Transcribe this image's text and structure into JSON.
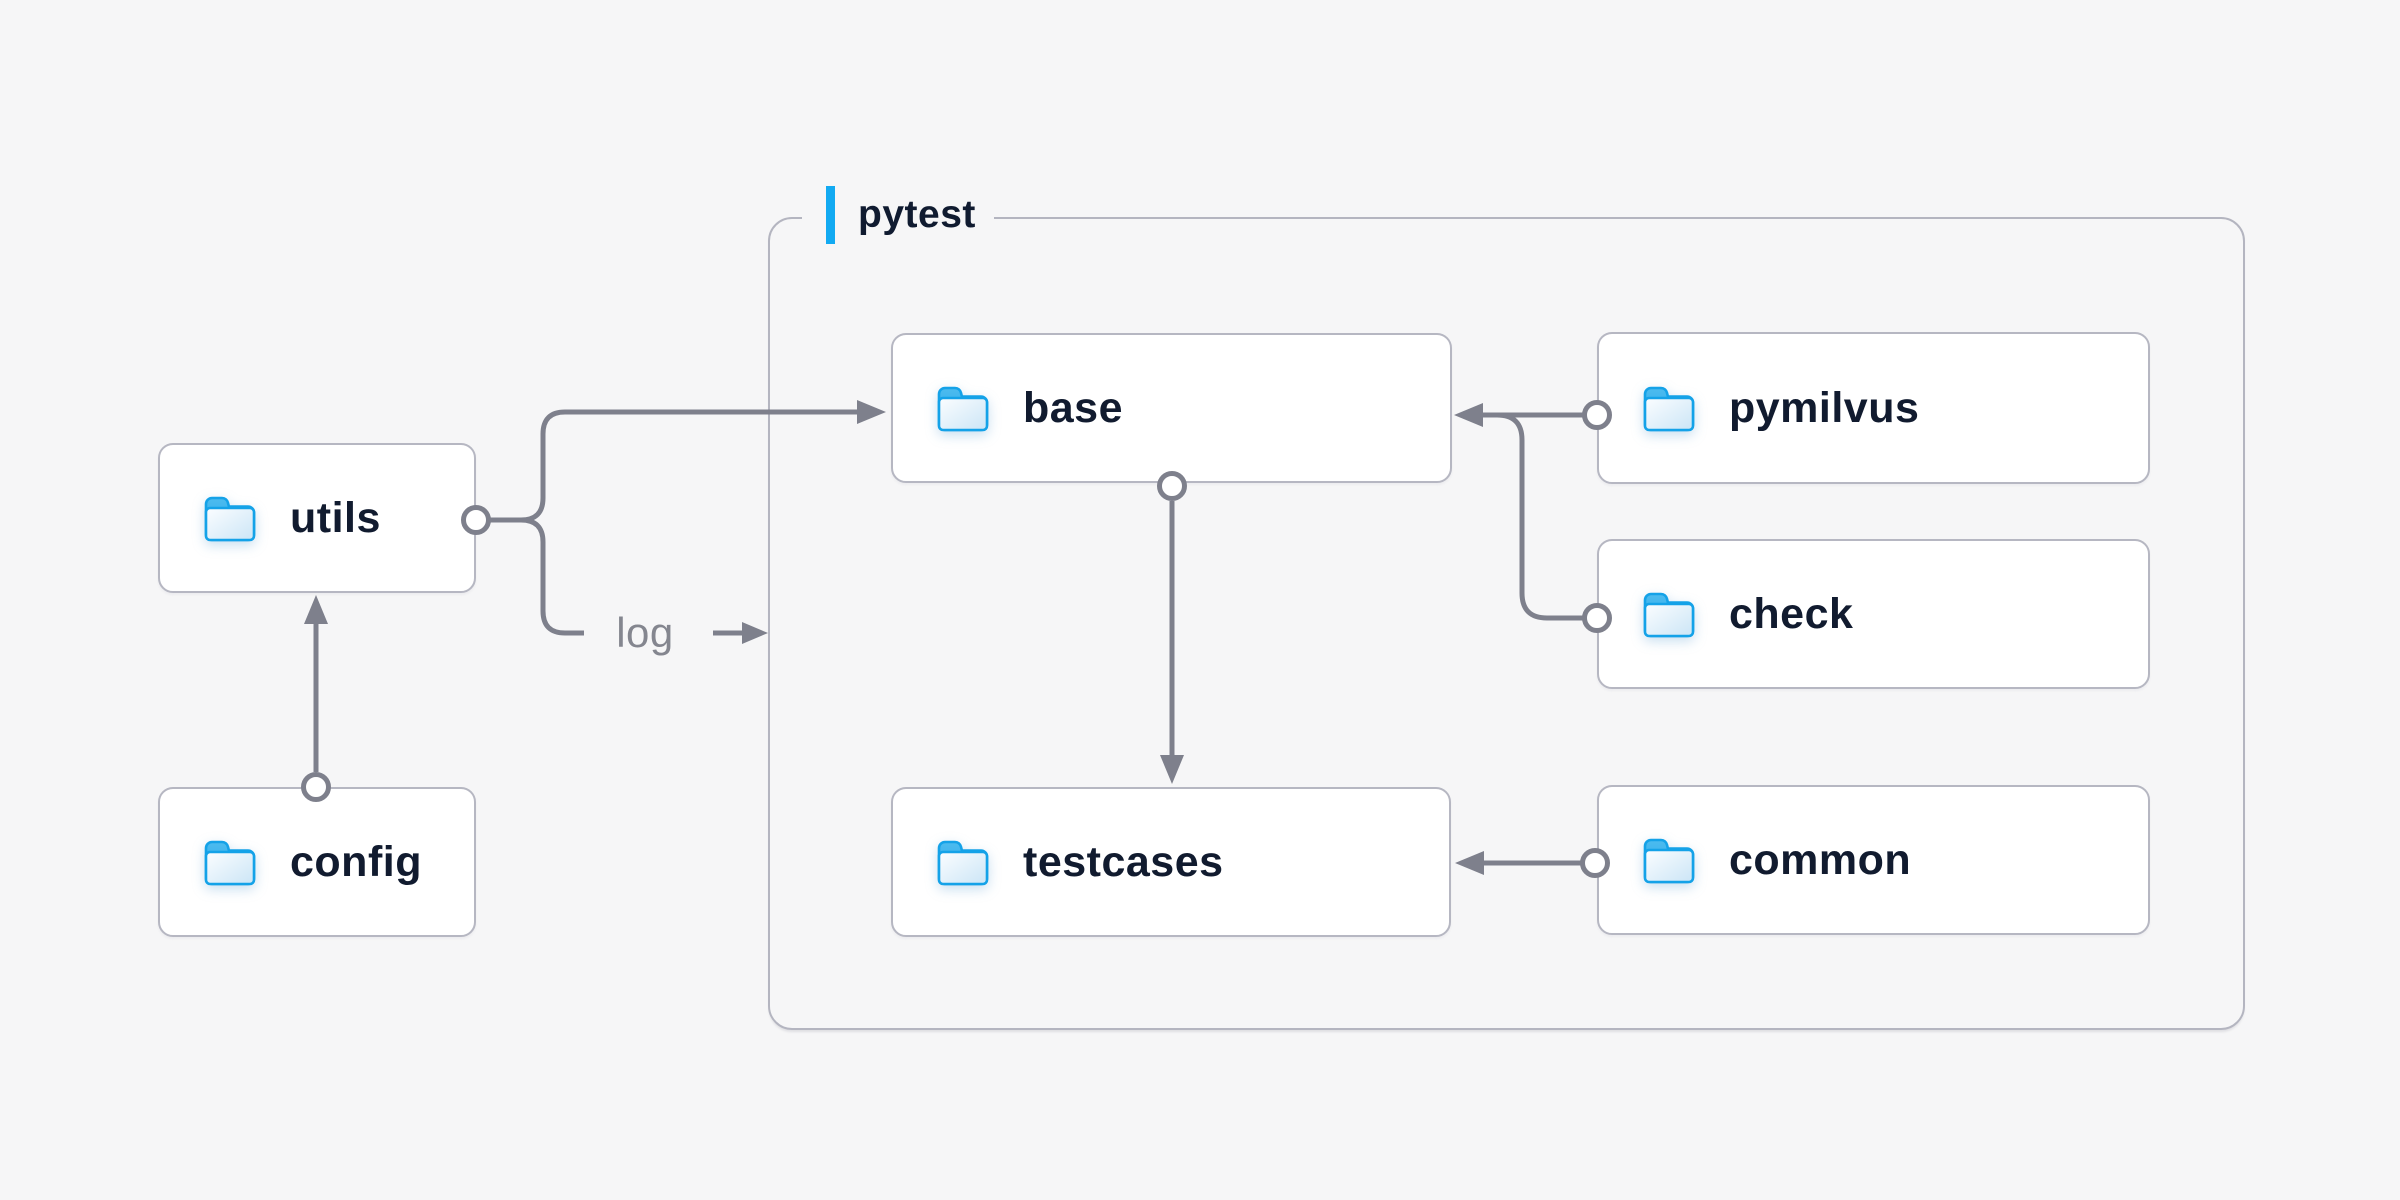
{
  "page": {
    "background_color": "#f6f6f7"
  },
  "diagram": {
    "container": {
      "label": "pytest",
      "accent_color": "#12aaf2",
      "border_color": "#b4b5c0"
    },
    "nodes": {
      "utils": {
        "label": "utils",
        "icon": "folder-icon"
      },
      "config": {
        "label": "config",
        "icon": "folder-icon"
      },
      "base": {
        "label": "base",
        "icon": "folder-icon"
      },
      "pymilvus": {
        "label": "pymilvus",
        "icon": "folder-icon"
      },
      "check": {
        "label": "check",
        "icon": "folder-icon"
      },
      "testcases": {
        "label": "testcases",
        "icon": "folder-icon"
      },
      "common": {
        "label": "common",
        "icon": "folder-icon"
      }
    },
    "edge_label": "log",
    "edges": [
      {
        "from": "config",
        "to": "utils"
      },
      {
        "from": "utils",
        "to": "base"
      },
      {
        "from": "utils",
        "to": "pytest-container",
        "label": "log"
      },
      {
        "from": "pymilvus",
        "to": "base"
      },
      {
        "from": "check",
        "to": "base"
      },
      {
        "from": "base",
        "to": "testcases"
      },
      {
        "from": "common",
        "to": "testcases"
      }
    ],
    "colors": {
      "node_text": "#111b2f",
      "node_background": "#ffffff",
      "node_border": "#b6b7c2",
      "connector_line": "#7e808c",
      "edge_label_text": "#84868f",
      "folder_outline": "#14a2e8",
      "folder_fill_light": "#d2e8f7",
      "folder_tab": "#2caeeb"
    }
  }
}
